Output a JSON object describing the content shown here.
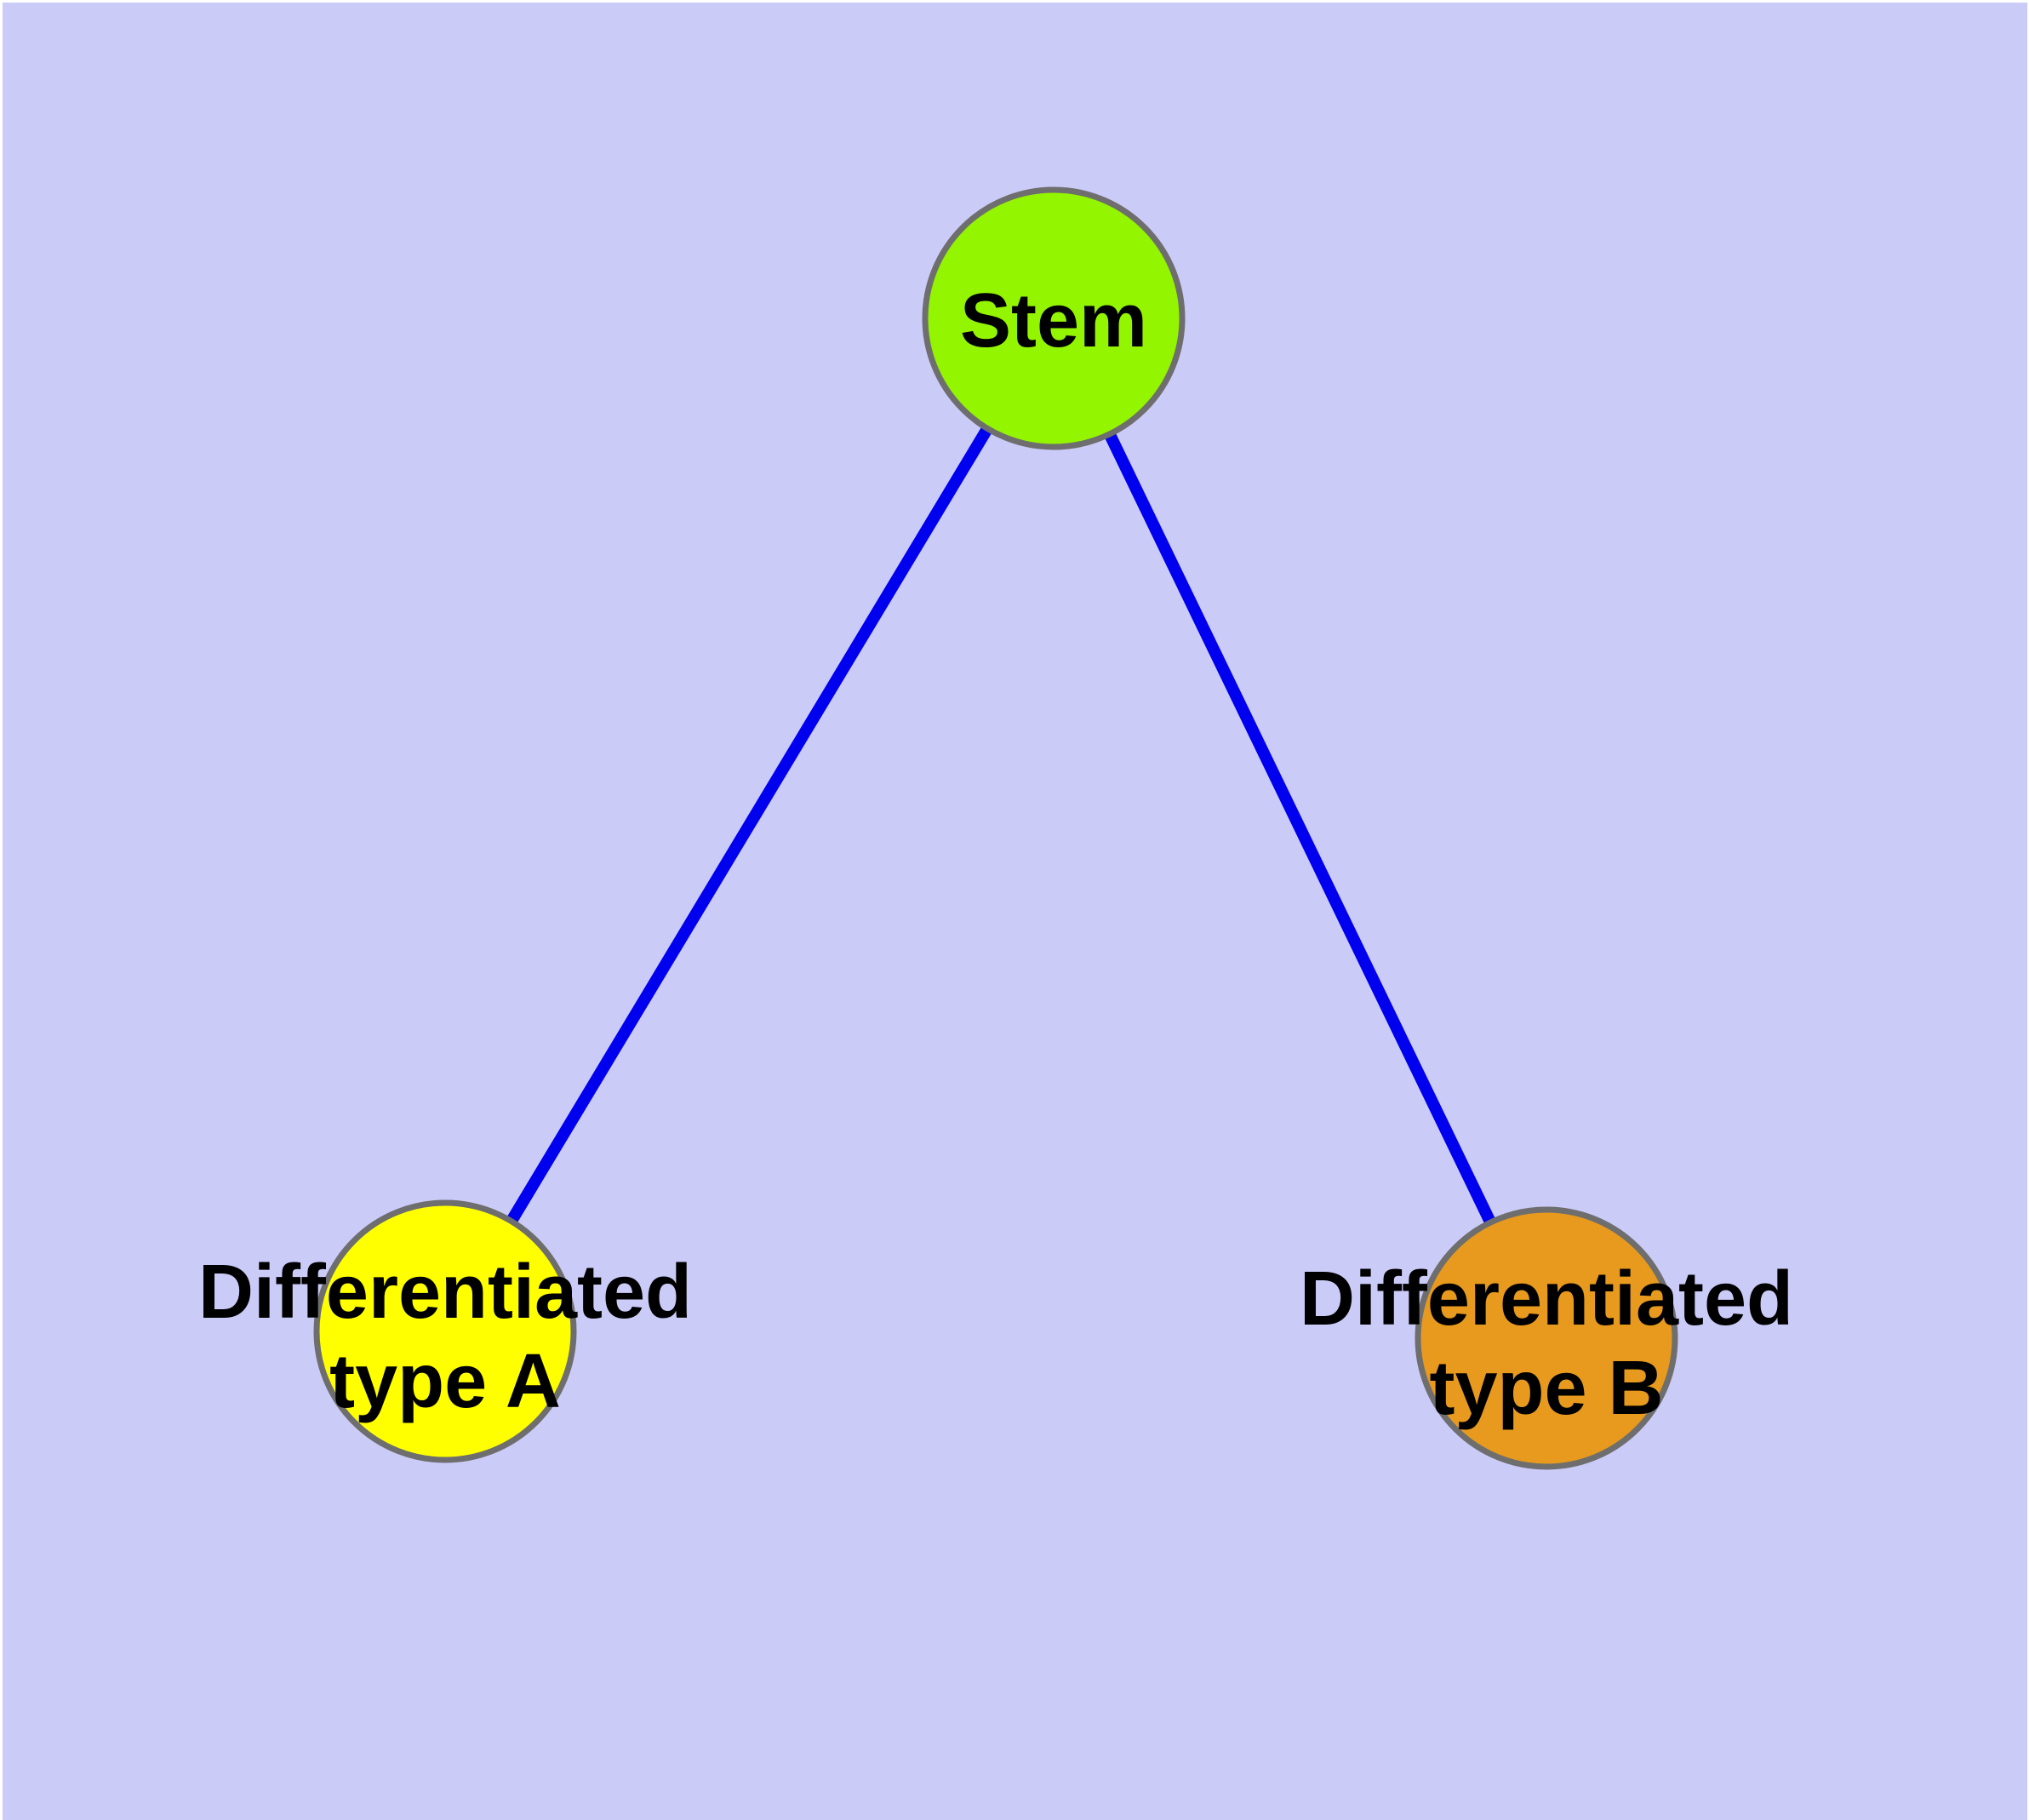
{
  "diagram": {
    "type": "graph",
    "description": "Cell differentiation graph: one stem node with two differentiated child nodes",
    "background_color": "#CBCBF8",
    "page_margin_color": "#FFFFFF",
    "edge_color": "#0000EE",
    "node_border_color": "#6E6E6E",
    "label_color": "#000000",
    "nodes": {
      "stem": {
        "label": "Stem",
        "fill": "#93F500"
      },
      "type_a": {
        "label_line1": "Differentiated",
        "label_line2": "type A",
        "fill": "#FFFF00"
      },
      "type_b": {
        "label_line1": "Differentiated",
        "label_line2": "type B",
        "fill": "#E79A1D"
      }
    },
    "edges": [
      {
        "from": "Stem",
        "to": "Differentiated type A"
      },
      {
        "from": "Stem",
        "to": "Differentiated type B"
      }
    ]
  }
}
